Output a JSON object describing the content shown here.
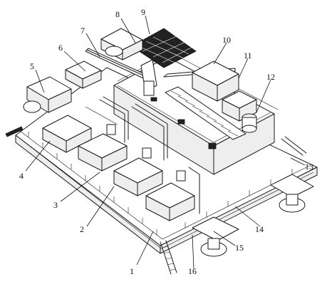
{
  "figure": {
    "callouts": [
      {
        "id": "c1",
        "text": "1"
      },
      {
        "id": "c2",
        "text": "2"
      },
      {
        "id": "c3",
        "text": "3"
      },
      {
        "id": "c4",
        "text": "4"
      },
      {
        "id": "c5",
        "text": "5"
      },
      {
        "id": "c6",
        "text": "6"
      },
      {
        "id": "c7",
        "text": "7"
      },
      {
        "id": "c8",
        "text": "8"
      },
      {
        "id": "c9",
        "text": "9"
      },
      {
        "id": "c10",
        "text": "10"
      },
      {
        "id": "c11",
        "text": "11"
      },
      {
        "id": "c12",
        "text": "12"
      },
      {
        "id": "c13",
        "text": "13"
      },
      {
        "id": "c14",
        "text": "14"
      },
      {
        "id": "c15",
        "text": "15"
      },
      {
        "id": "c16",
        "text": "16"
      }
    ]
  },
  "colors": {
    "ink": "#1a1a1a",
    "paper": "#ffffff"
  }
}
